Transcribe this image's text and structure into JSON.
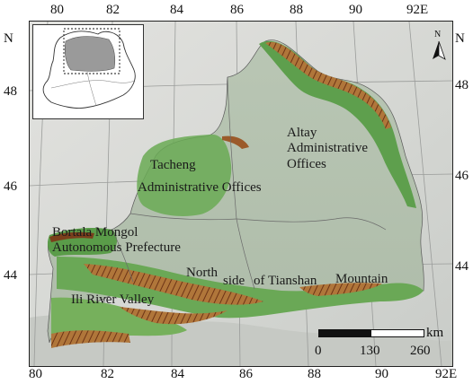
{
  "axes": {
    "top_ticks": [
      "80",
      "82",
      "84",
      "86",
      "88",
      "90",
      "92E"
    ],
    "bottom_ticks": [
      "80",
      "82",
      "84",
      "86",
      "88",
      "90",
      "92E"
    ],
    "left_ticks": [
      "N",
      "48",
      "46",
      "44"
    ],
    "right_ticks": [
      "N",
      "48",
      "46",
      "44"
    ]
  },
  "labels": {
    "altay_line1": "Altay",
    "altay_line2": "Administrative",
    "altay_line3": "Offices",
    "tacheng_line1": "Tacheng",
    "tacheng_line2": "Administrative Offices",
    "bortala_line1": "Bortala Mongol",
    "bortala_line2": "Autonomous Prefecture",
    "tianshan_word1": "North",
    "tianshan_word2": "side",
    "tianshan_word3": "of Tianshan",
    "tianshan_word4": "Mountain",
    "ili": "Ili River Valley"
  },
  "scale": {
    "unit": "km",
    "ticks": [
      "0",
      "130",
      "260"
    ]
  },
  "north_arrow": {
    "label": "N"
  },
  "colors": {
    "lowland": "#9fb39f",
    "plain": "#c9d6c0",
    "green_terrain": "#4f9a45",
    "mountain": "#b07a3a",
    "high_peak": "#7a3f1c",
    "background": "#d9d9d6"
  }
}
